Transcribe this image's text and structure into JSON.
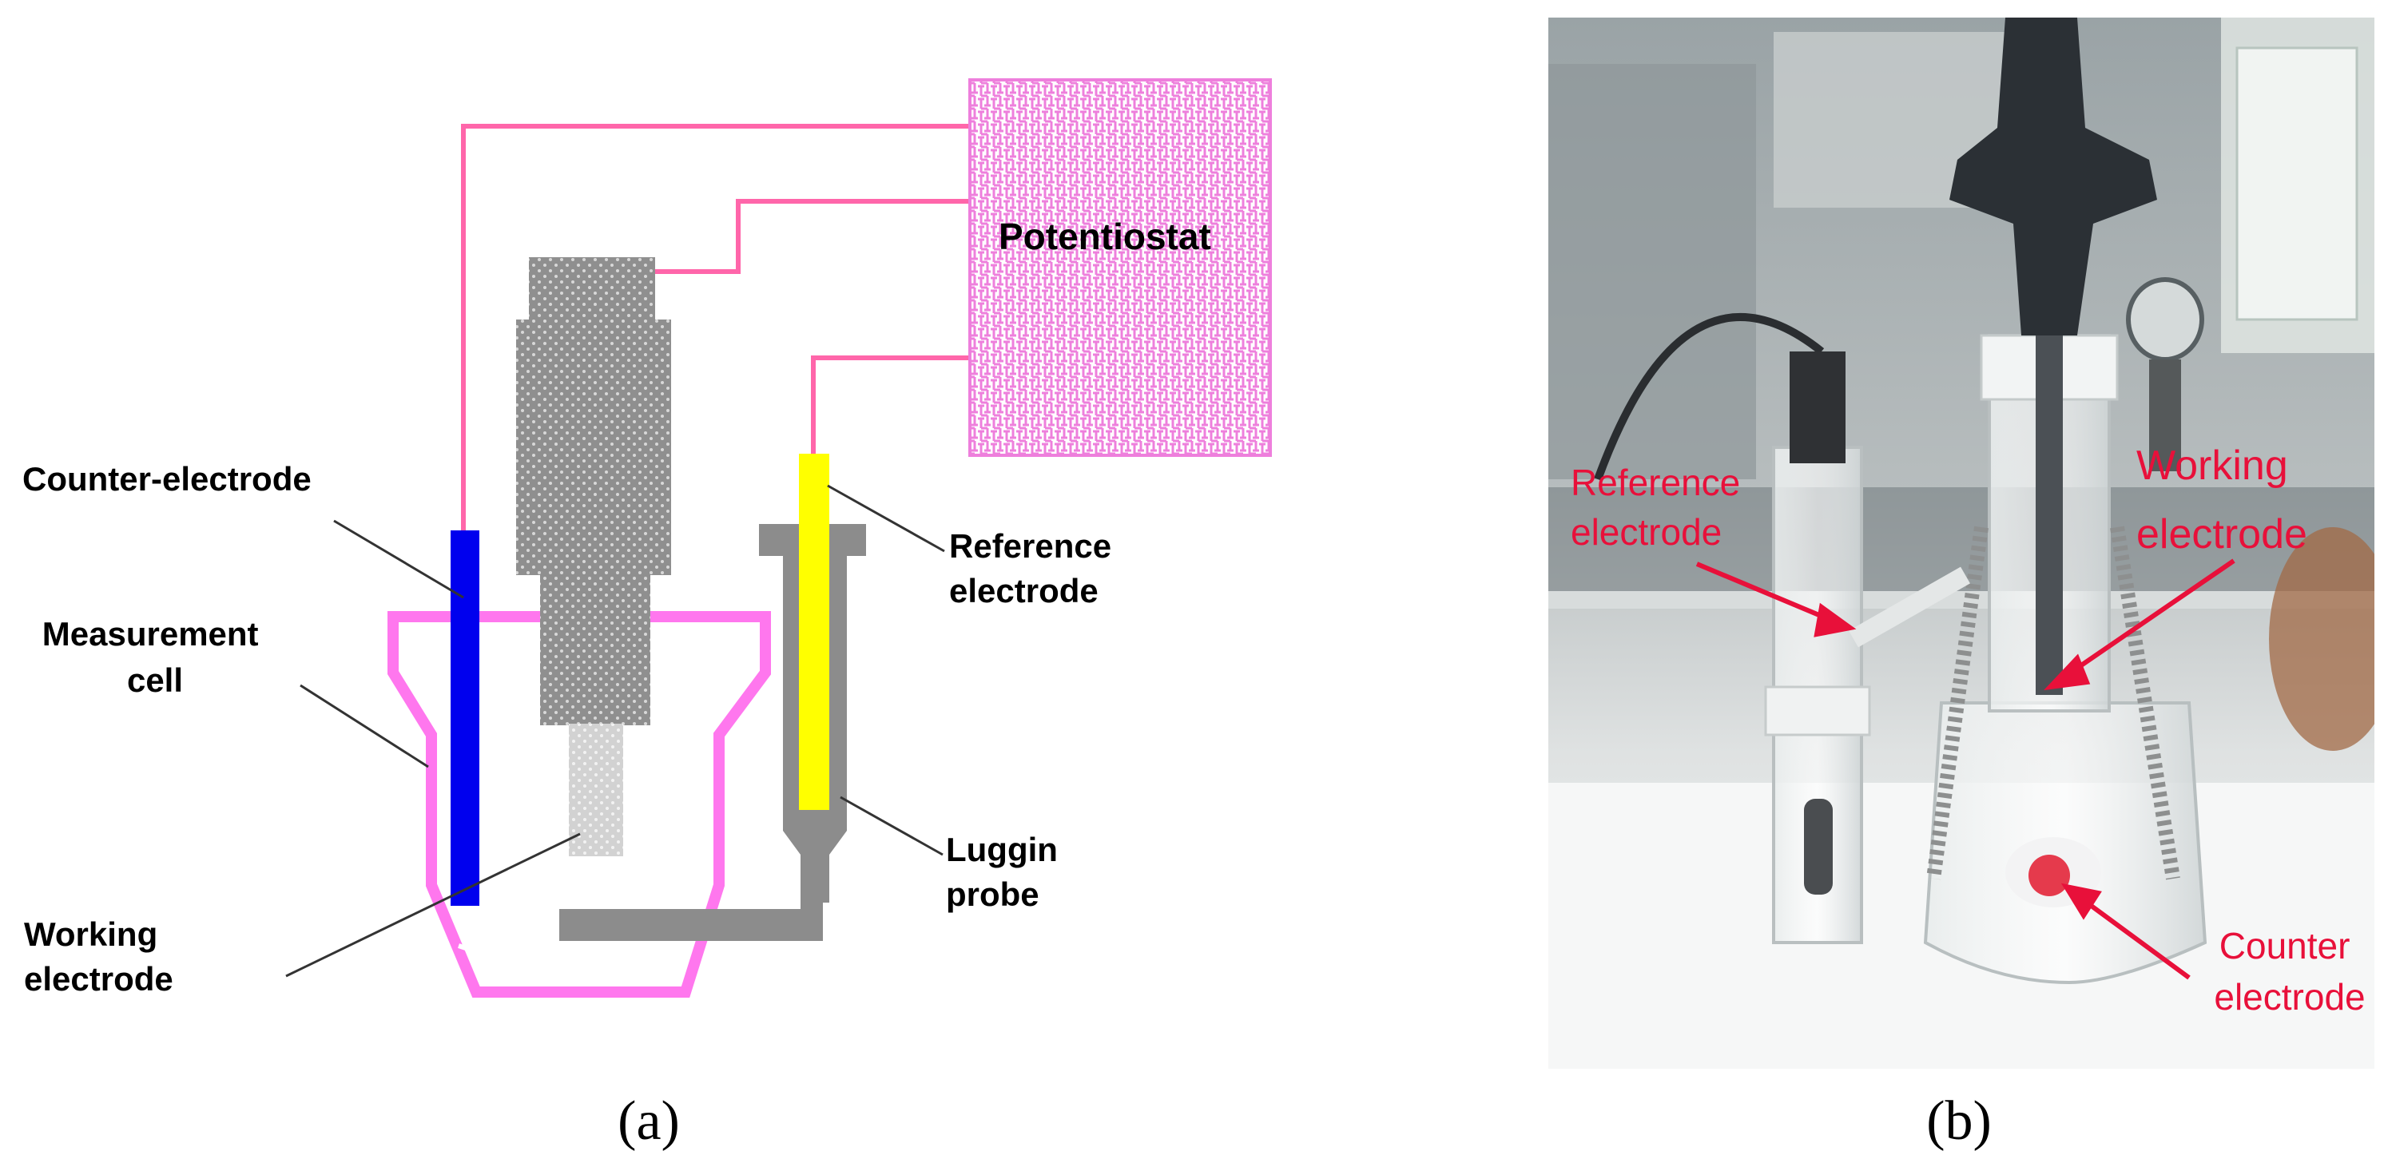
{
  "panel_a": {
    "potentiostat": "Potentiostat",
    "counter_electrode": "Counter-electrode",
    "measurement_cell": [
      "Measurement",
      "cell"
    ],
    "working_electrode": [
      "Working",
      "electrode"
    ],
    "reference_electrode": [
      "Reference",
      "electrode"
    ],
    "luggin_probe": [
      "Luggin",
      "probe"
    ],
    "caption": "(a)"
  },
  "panel_b": {
    "reference_electrode": [
      "Reference",
      "electrode"
    ],
    "working_electrode": [
      "Working",
      "electrode"
    ],
    "counter_electrode": [
      "Counter",
      "electrode"
    ],
    "caption": "(b)"
  },
  "colors": {
    "wire": "#ff66aa",
    "cell": "#ff77ee",
    "counter": "#0000ee",
    "reference": "#ffff00",
    "probe": "#8c8c8c",
    "photo_label": "#e8103a"
  }
}
